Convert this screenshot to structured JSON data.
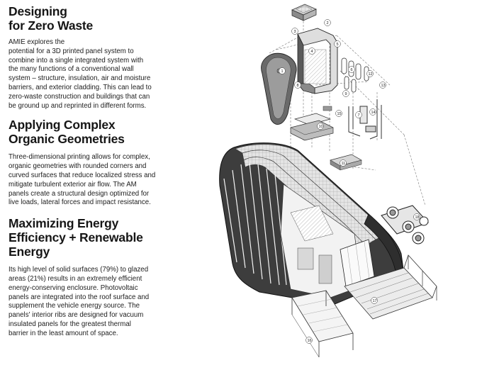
{
  "sections": [
    {
      "heading": "Designing\nfor Zero Waste",
      "body": "AMIE explores the\npotential for a 3D printed panel system to\ncombine into a single integrated system with\nthe many functions of a conventional wall\nsystem – structure, insulation, air and moisture\nbarriers, and exterior cladding. This can lead to\nzero-waste construction and buildings that can\nbe ground up and reprinted in different forms."
    },
    {
      "heading": "Applying Complex\nOrganic Geometries",
      "body": "Three-dimensional printing allows for complex,\norganic geometries with rounded corners and\ncurved surfaces that reduce localized stress and\nmitigate turbulent exterior air flow. The AM\npanels create a structural design optimized for\nlive loads, lateral forces and impact resistance."
    },
    {
      "heading": "Maximizing Energy\nEfficiency + Renewable\nEnergy",
      "body": "Its high level of solid surfaces (79%) to glazed\nareas (21%) results in an extremely efficient\nenergy-conserving enclosure. Photovoltaic\npanels are integrated into the roof surface and\nsupplement the vehicle energy source. The\npanels' interior ribs are designed for vacuum\ninsulated panels for the greatest thermal\nbarrier in the least amount of space."
    }
  ],
  "diagram": {
    "callouts": [
      "1",
      "2",
      "3",
      "4",
      "5",
      "6",
      "7",
      "8",
      "9",
      "10",
      "11",
      "12",
      "13",
      "14",
      "15",
      "16",
      "17",
      "18"
    ]
  },
  "colors": {
    "text": "#1a1a1a",
    "line": "#333333",
    "shell": "#4a4a4a",
    "panel": "#d4d4d4"
  }
}
